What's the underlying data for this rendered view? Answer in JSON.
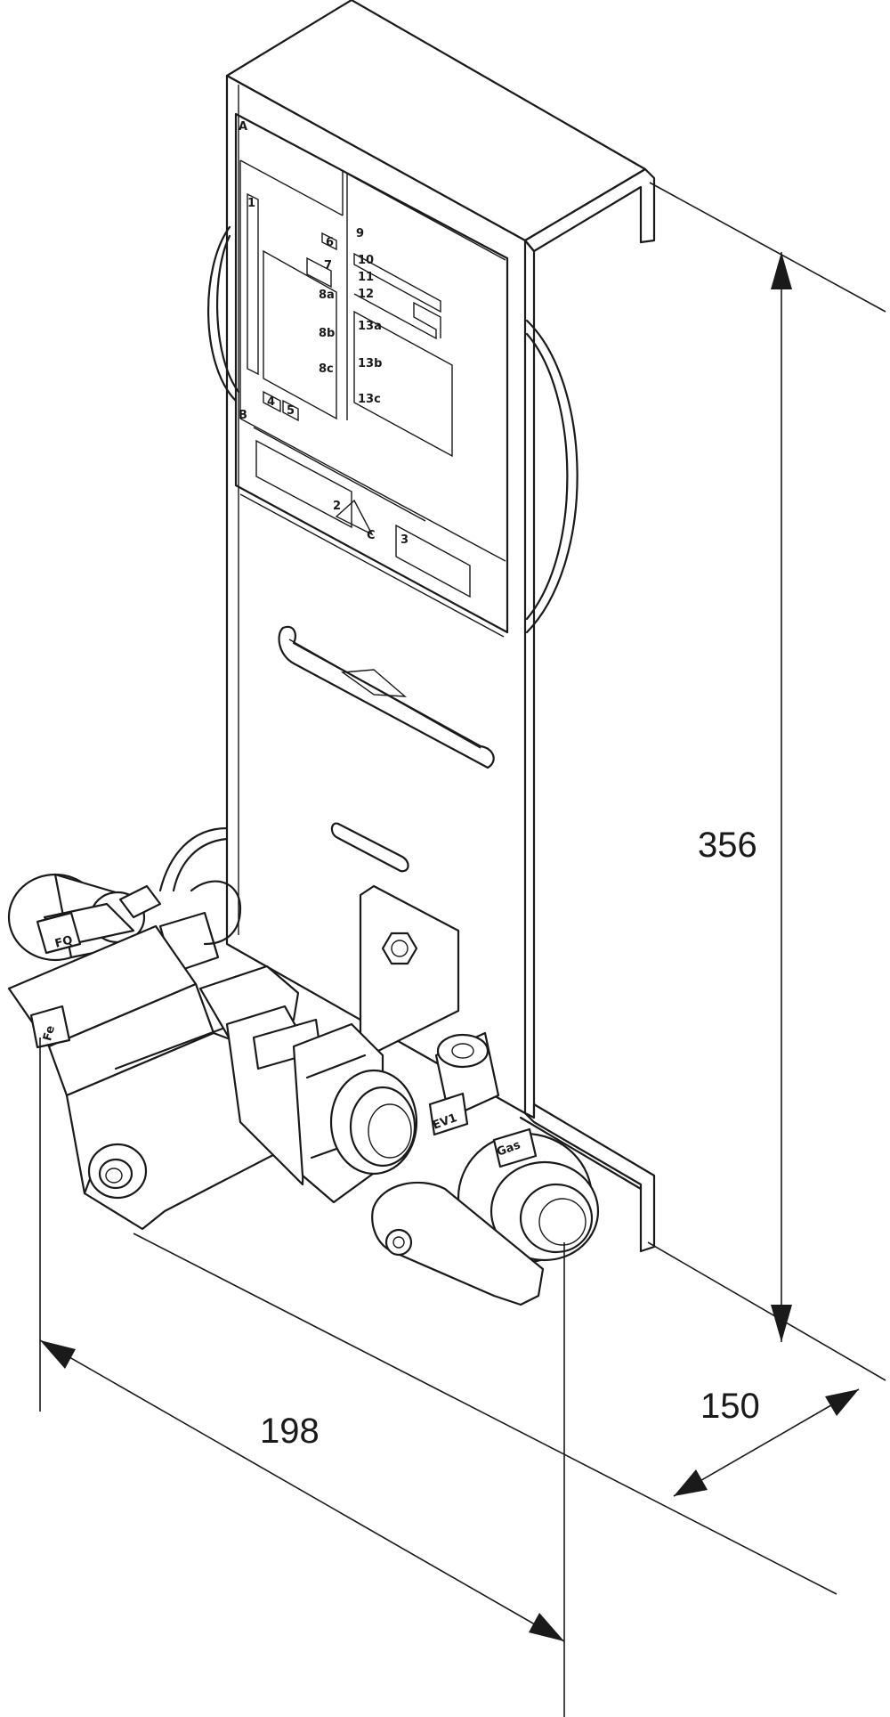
{
  "dimensions": {
    "height": "356",
    "depth": "150",
    "width": "198"
  },
  "panel_labels": {
    "a": "A",
    "b": "B",
    "c": "C",
    "l1": "1",
    "l2": "2",
    "l3": "3",
    "l4": "4",
    "l5": "5",
    "l6": "6",
    "l7": "7",
    "l8a": "8a",
    "l8b": "8b",
    "l8c": "8c",
    "l9": "9",
    "l10": "10",
    "l11": "11",
    "l12": "12",
    "l13a": "13a",
    "l13b": "13b",
    "l13c": "13c"
  },
  "component_labels": {
    "fq": "FQ",
    "fe": "Fe",
    "ev1": "EV1",
    "gas": "Gas"
  }
}
